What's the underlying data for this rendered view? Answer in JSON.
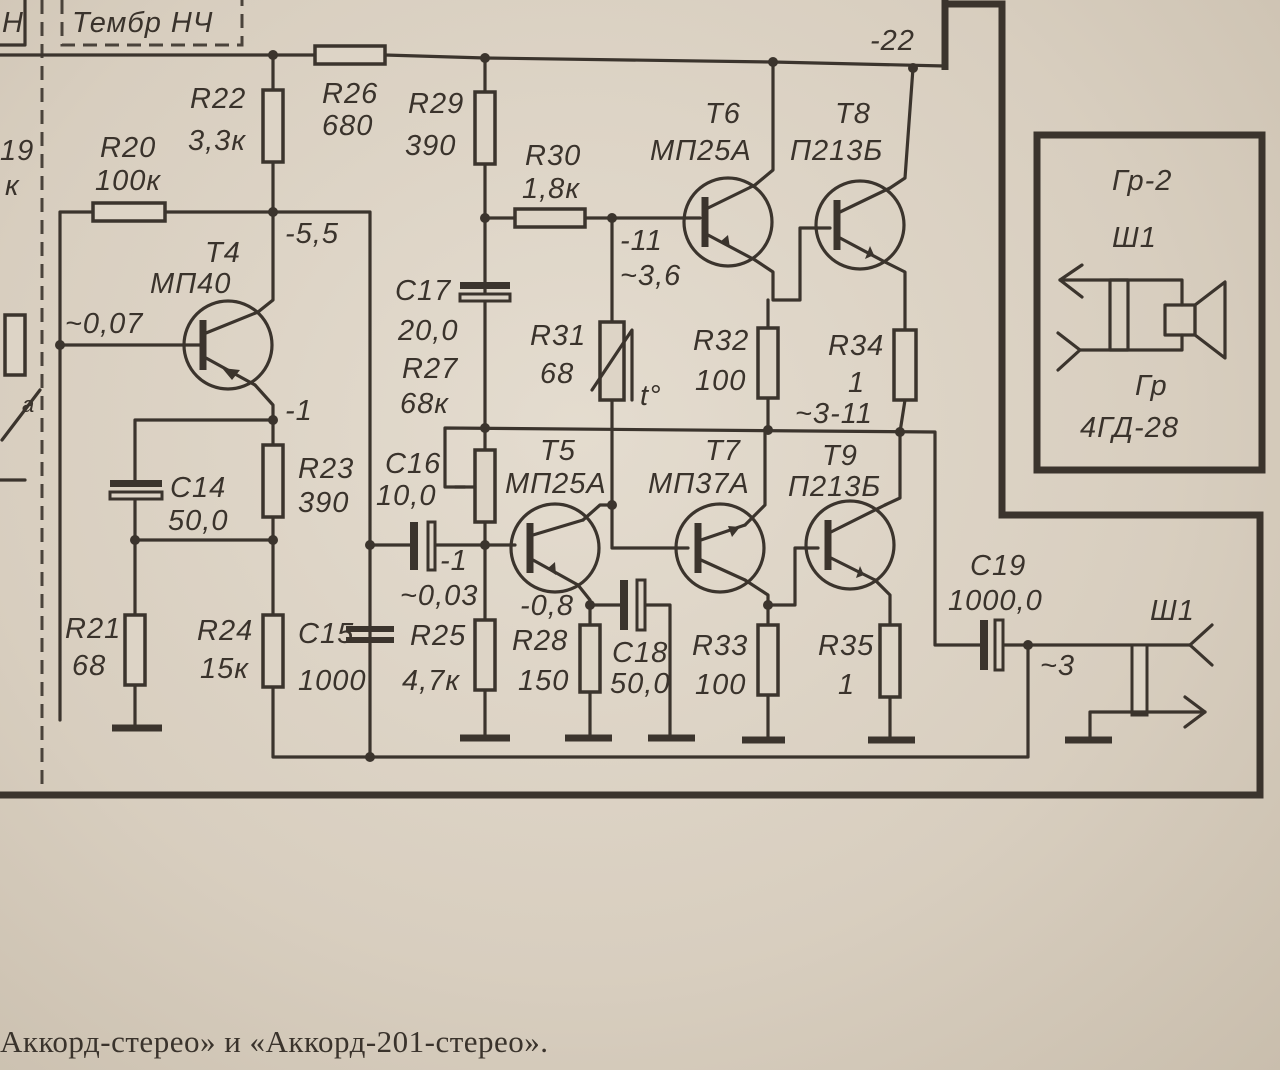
{
  "header": {
    "tone_block": "Тембр НЧ",
    "left_block": "Н",
    "supply_voltage": "-22"
  },
  "left_edge": {
    "r19_ref": "19",
    "r19_value": "к",
    "pot_mark": "a"
  },
  "components": {
    "R20": {
      "ref": "R20",
      "value": "100к"
    },
    "R21": {
      "ref": "R21",
      "value": "68"
    },
    "R22": {
      "ref": "R22",
      "value": "3,3к"
    },
    "R23": {
      "ref": "R23",
      "value": "390"
    },
    "R24": {
      "ref": "R24",
      "value": "15к"
    },
    "R25": {
      "ref": "R25",
      "value": "4,7к"
    },
    "R26": {
      "ref": "R26",
      "value": "680"
    },
    "R27": {
      "ref": "R27",
      "value": "68к"
    },
    "R28": {
      "ref": "R28",
      "value": "150"
    },
    "R29": {
      "ref": "R29",
      "value": "390"
    },
    "R30": {
      "ref": "R30",
      "value": "1,8к"
    },
    "R31": {
      "ref": "R31",
      "value": "68",
      "temp_mark": "t°"
    },
    "R32": {
      "ref": "R32",
      "value": "100"
    },
    "R33": {
      "ref": "R33",
      "value": "100"
    },
    "R34": {
      "ref": "R34",
      "value": "1"
    },
    "R35": {
      "ref": "R35",
      "value": "1"
    },
    "C14": {
      "ref": "C14",
      "value": "50,0"
    },
    "C15": {
      "ref": "C15",
      "value": "1000"
    },
    "C16": {
      "ref": "C16",
      "value": "10,0"
    },
    "C17": {
      "ref": "C17",
      "value": "20,0"
    },
    "C18": {
      "ref": "C18",
      "value": "50,0"
    },
    "C19": {
      "ref": "C19",
      "value": "1000,0"
    },
    "T4": {
      "ref": "T4",
      "type": "МП40"
    },
    "T5": {
      "ref": "T5",
      "type": "МП25А"
    },
    "T6": {
      "ref": "T6",
      "type": "МП25А"
    },
    "T7": {
      "ref": "T7",
      "type": "МП37А"
    },
    "T8": {
      "ref": "T8",
      "type": "П213Б"
    },
    "T9": {
      "ref": "T9",
      "type": "П213Б"
    }
  },
  "voltages": {
    "t4_collector": "-5,5",
    "t4_base": "~0,07",
    "t4_emitter": "-1",
    "t5_base_dc": "-1",
    "t5_base_ac": "~0,03",
    "t5_emitter": "-0,8",
    "t6_base_dc": "-11",
    "t6_base_ac": "~3,6",
    "output_mid": "~3-11",
    "output_ac": "~3"
  },
  "speaker_box": {
    "title": "Гр-2",
    "connector": "Ш1",
    "speaker_ref": "Гр",
    "speaker_type": "4ГД-28"
  },
  "output_jack": {
    "ref": "Ш1"
  },
  "caption": "Аккорд-стерео» и «Аккорд-201-стерео»."
}
